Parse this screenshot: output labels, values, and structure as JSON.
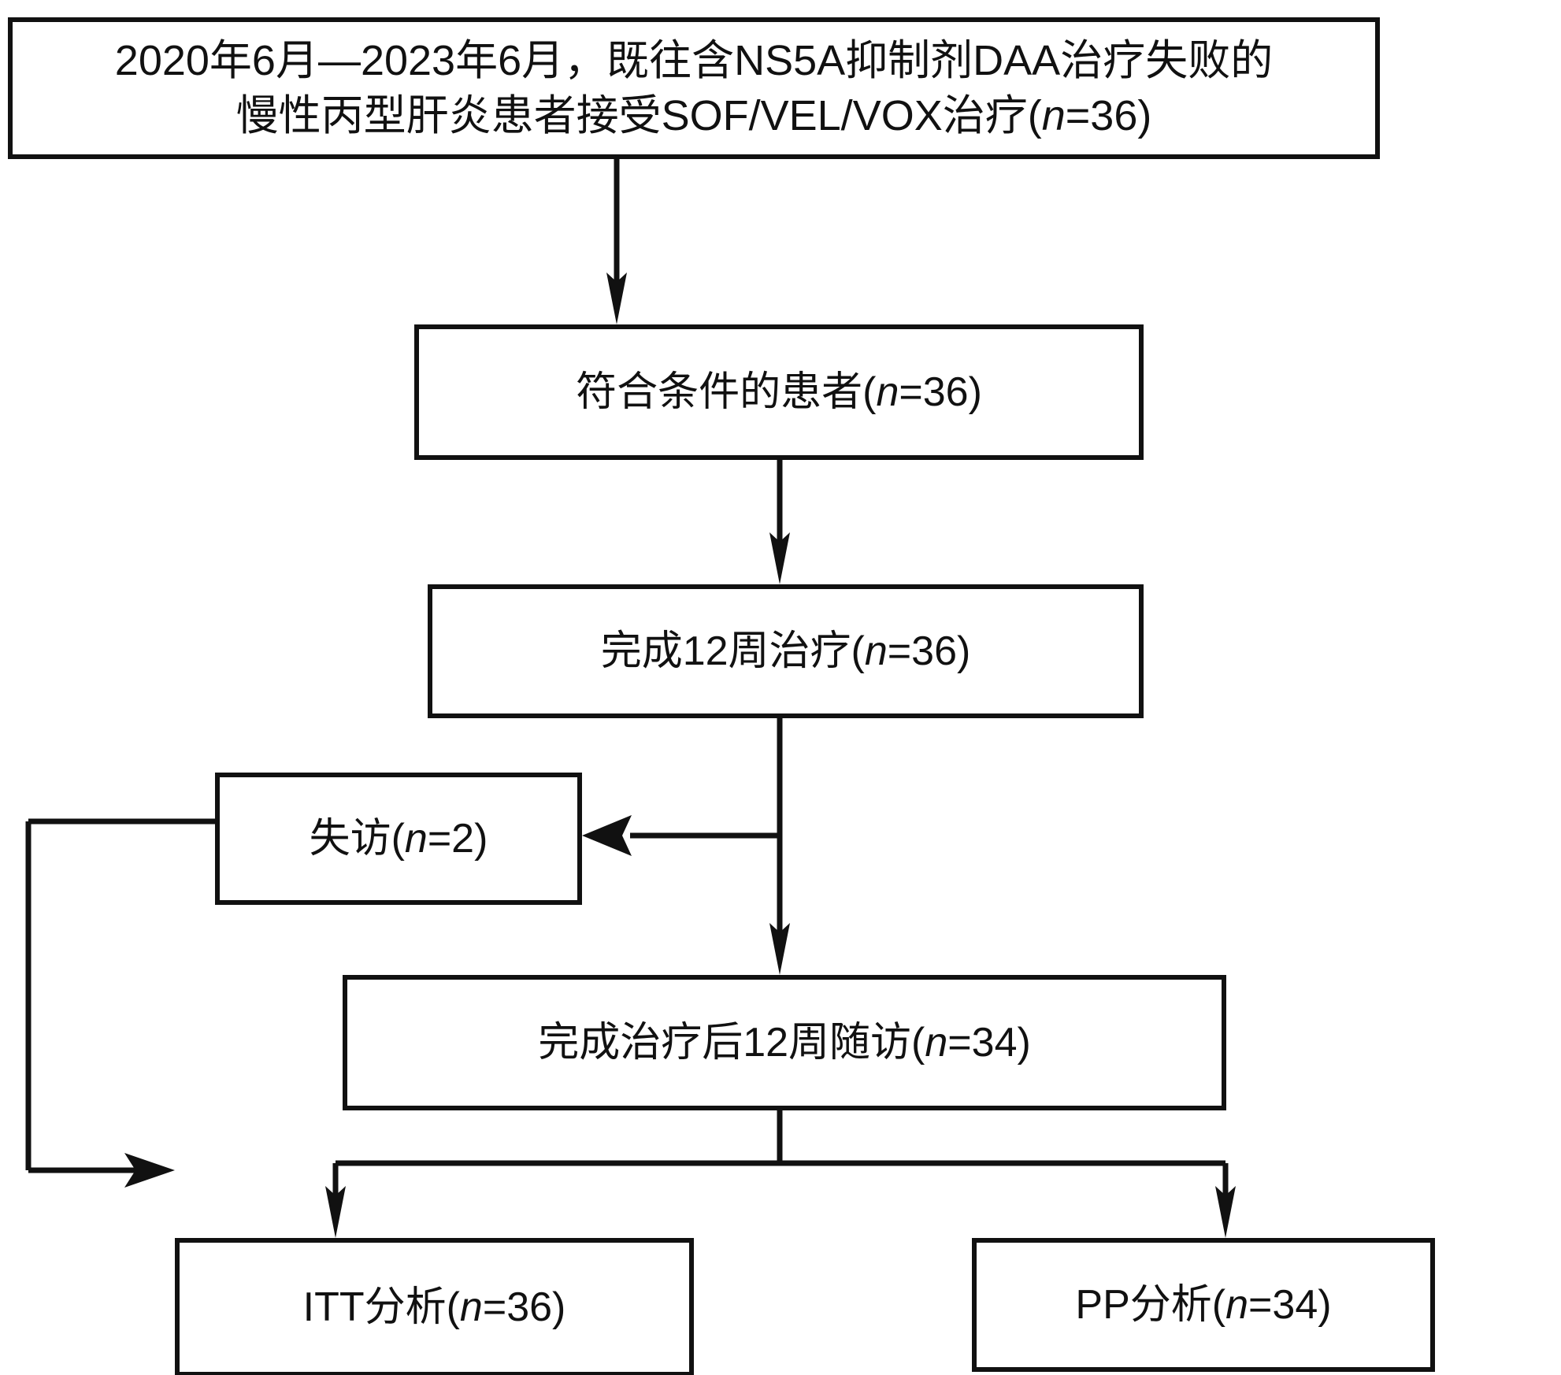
{
  "diagram": {
    "type": "flowchart",
    "title": "SOF/VEL/VOX retreatment patient flow",
    "language": "zh-CN",
    "stroke_color": "#111111",
    "background_color": "#ffffff",
    "nodes": [
      {
        "id": "enrollment",
        "name": "enrollment-box",
        "line1": "2020年6月—2023年6月，既往含NS5A抑制剂DAA治疗失败的",
        "line2": "慢性丙型肝炎患者接受SOF/VEL/VOX治疗(",
        "n_symbol": "n",
        "n_value": "=36)",
        "text": "2020年6月—2023年6月，既往含NS5A抑制剂DAA治疗失败的\n慢性丙型肝炎患者接受SOF/VEL/VOX治疗(n=36)",
        "count": 36
      },
      {
        "id": "eligible",
        "name": "eligible-patients-box",
        "prefix": "符合条件的患者(",
        "n_symbol": "n",
        "suffix": "=36)",
        "text": "符合条件的患者(n=36)",
        "count": 36
      },
      {
        "id": "completed_treatment",
        "name": "completed-treatment-box",
        "prefix": "完成12周治疗(",
        "n_symbol": "n",
        "suffix": "=36)",
        "text": "完成12周治疗(n=36)",
        "count": 36
      },
      {
        "id": "lost_to_followup",
        "name": "lost-to-followup-box",
        "prefix": "失访(",
        "n_symbol": "n",
        "suffix": "=2)",
        "text": "失访(n=2)",
        "count": 2
      },
      {
        "id": "followup_12w",
        "name": "followup-12-weeks-box",
        "prefix": "完成治疗后12周随访(",
        "n_symbol": "n",
        "suffix": "=34)",
        "text": "完成治疗后12周随访(n=34)",
        "count": 34
      },
      {
        "id": "itt_analysis",
        "name": "itt-analysis-box",
        "prefix": "ITT分析(",
        "n_symbol": "n",
        "suffix": "=36)",
        "text": "ITT分析(n=36)",
        "count": 36
      },
      {
        "id": "pp_analysis",
        "name": "pp-analysis-box",
        "prefix": "PP分析(",
        "n_symbol": "n",
        "suffix": "=34)",
        "text": "PP分析(n=34)",
        "count": 34
      }
    ],
    "edges": [
      {
        "from": "enrollment",
        "to": "eligible",
        "style": "arrow-down"
      },
      {
        "from": "eligible",
        "to": "completed_treatment",
        "style": "arrow-down"
      },
      {
        "from": "completed_treatment",
        "to": "lost_to_followup",
        "style": "arrow-left"
      },
      {
        "from": "completed_treatment",
        "to": "followup_12w",
        "style": "arrow-down"
      },
      {
        "from": "followup_12w",
        "to": "itt_analysis",
        "style": "split-arrow-down-left"
      },
      {
        "from": "followup_12w",
        "to": "pp_analysis",
        "style": "split-arrow-down-right"
      },
      {
        "from": "lost_to_followup",
        "to": "itt_analysis",
        "style": "loop-arrow-left-down-right"
      }
    ]
  }
}
